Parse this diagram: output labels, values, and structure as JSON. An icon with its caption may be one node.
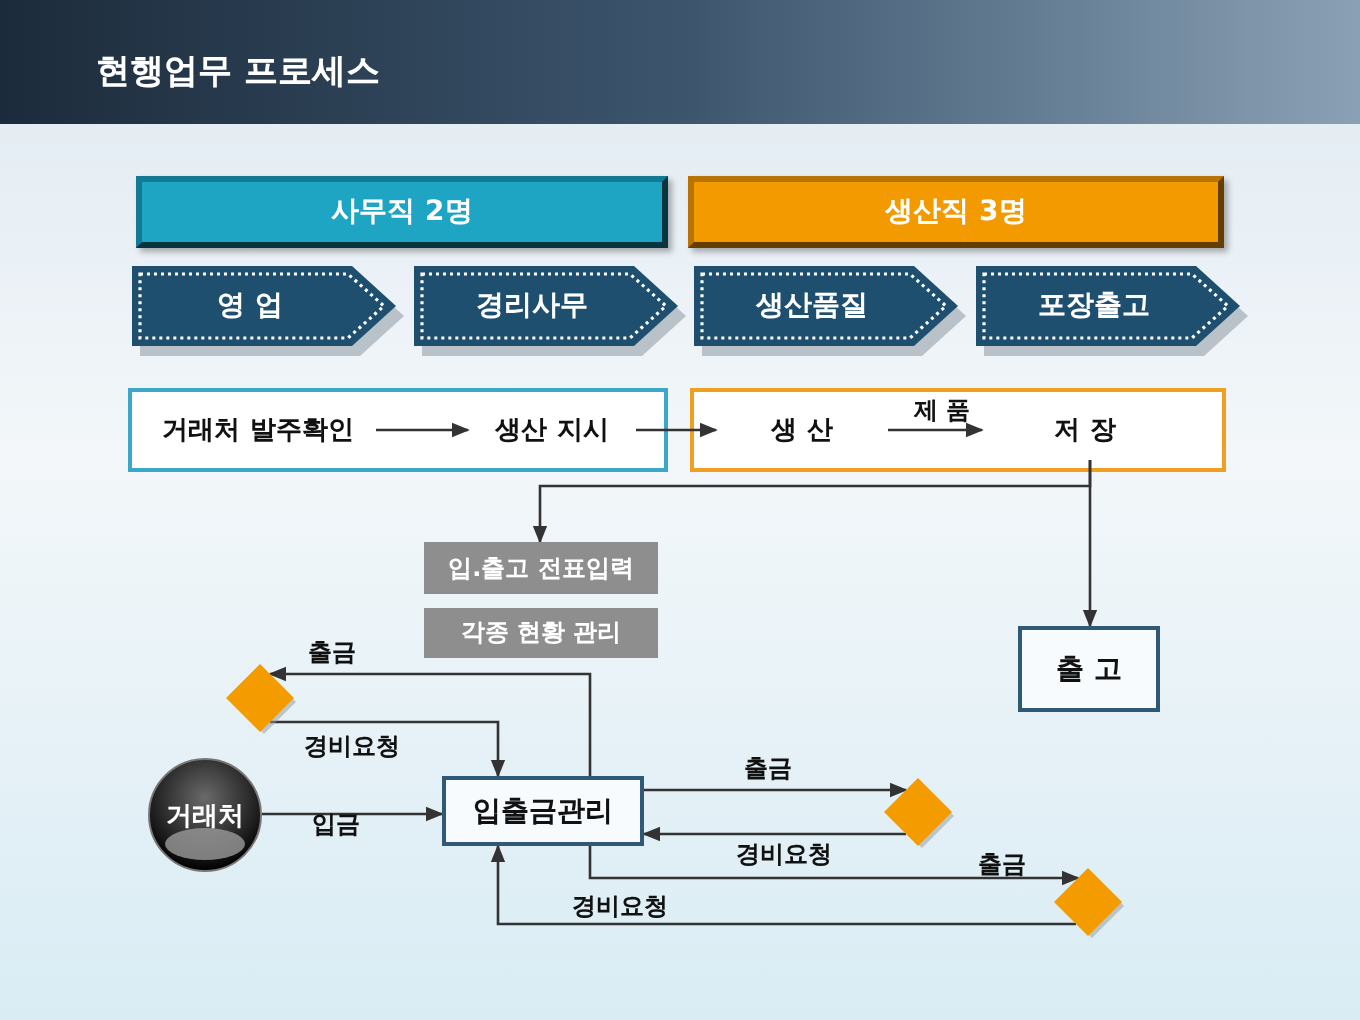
{
  "diagram": {
    "title": "현행업무 프로세스",
    "nodes": [
      {
        "text": [
          "사무직 2명"
        ]
      },
      {
        "text": [
          "생산직 3명"
        ]
      },
      {
        "text": [
          "영 업"
        ]
      },
      {
        "text": [
          "경리사무"
        ]
      },
      {
        "text": [
          "생산품질"
        ]
      },
      {
        "text": [
          "포장출고"
        ]
      },
      {
        "text": [],
        "shape": "box"
      },
      {
        "text": [
          "거래처 발주확인"
        ],
        "in": 6
      },
      {
        "text": [
          "생산 지시"
        ],
        "in": 6
      },
      {
        "text": [],
        "shape": "box"
      },
      {
        "text": [
          "생 산"
        ],
        "in": 9
      },
      {
        "text": [
          "저 장"
        ],
        "in": 9
      },
      {
        "text": [
          "입.출고 전표입력"
        ]
      },
      {
        "text": [
          "각종 현황 관리"
        ]
      },
      {
        "text": [
          "출 고"
        ]
      },
      {
        "text": [],
        "shape": "diamond"
      },
      {
        "text": [
          "거래처"
        ]
      },
      {
        "text": [
          "입출금관리"
        ]
      },
      {
        "text": [],
        "shape": "diamond"
      },
      {
        "text": [],
        "shape": "diamond"
      }
    ],
    "edges": [
      {
        "from": 7,
        "to": 8,
        "arrow": "to"
      },
      {
        "from": 8,
        "to": 10,
        "arrow": "to"
      },
      {
        "from": 10,
        "to": 11,
        "arrow": "to",
        "label": "제 품"
      },
      {
        "from": 11,
        "to": 12,
        "arrow": "to"
      },
      {
        "from": 11,
        "to": 14,
        "arrow": "to"
      },
      {
        "from": 17,
        "to": 15,
        "arrow": "to",
        "label": "출금"
      },
      {
        "from": 15,
        "to": 17,
        "arrow": "to",
        "label": "경비요청"
      },
      {
        "from": 16,
        "to": 17,
        "arrow": "to",
        "label": "입금"
      },
      {
        "from": 17,
        "to": 18,
        "arrow": "to",
        "label": "출금"
      },
      {
        "from": 18,
        "to": 17,
        "arrow": "to",
        "label": "경비요청"
      },
      {
        "from": 17,
        "to": 19,
        "arrow": "to",
        "label": "출금"
      },
      {
        "from": 19,
        "to": 17,
        "arrow": "to",
        "label": "경비요청"
      }
    ]
  }
}
